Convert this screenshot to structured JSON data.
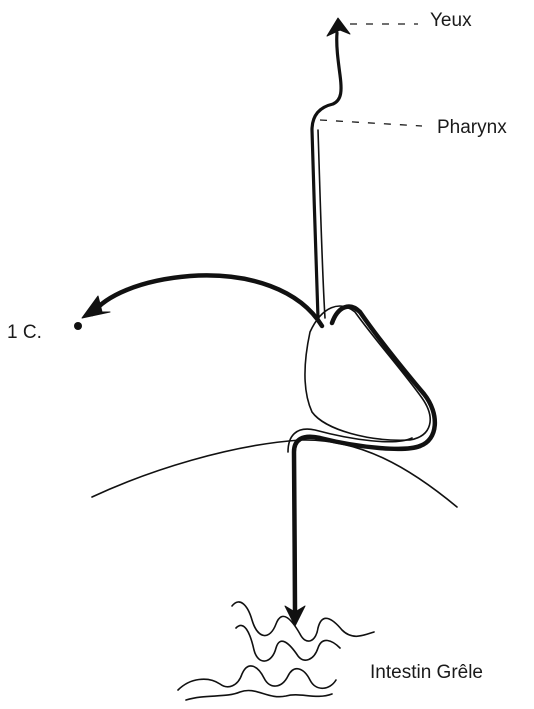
{
  "labels": {
    "yeux": "Yeux",
    "pharynx": "Pharynx",
    "one_c": "1 C.",
    "intestin": "Intestin Grêle"
  }
}
